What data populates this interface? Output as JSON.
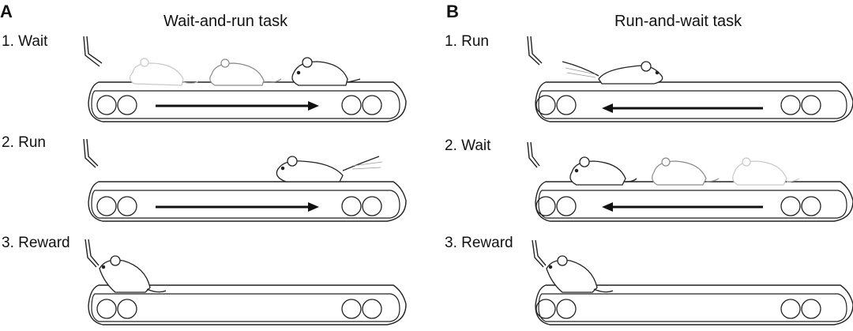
{
  "panels": [
    {
      "id": "A",
      "letter": "A",
      "title": "Wait-and-run task",
      "steps": [
        {
          "label": "1. Wait",
          "belt_direction": "right",
          "arrow_shown": true,
          "mouse_state": "waiting-fading"
        },
        {
          "label": "2. Run",
          "belt_direction": "right",
          "arrow_shown": true,
          "mouse_state": "running"
        },
        {
          "label": "3. Reward",
          "belt_direction": "none",
          "arrow_shown": false,
          "mouse_state": "drinking-at-spout"
        }
      ]
    },
    {
      "id": "B",
      "letter": "B",
      "title": "Run-and-wait task",
      "steps": [
        {
          "label": "1. Run",
          "belt_direction": "left",
          "arrow_shown": true,
          "mouse_state": "running"
        },
        {
          "label": "2. Wait",
          "belt_direction": "left",
          "arrow_shown": true,
          "mouse_state": "waiting-fading"
        },
        {
          "label": "3. Reward",
          "belt_direction": "none",
          "arrow_shown": false,
          "mouse_state": "drinking-at-spout"
        }
      ]
    }
  ],
  "colors": {
    "line": "#222222",
    "faded": "#bdbdbd",
    "background": "#ffffff"
  }
}
